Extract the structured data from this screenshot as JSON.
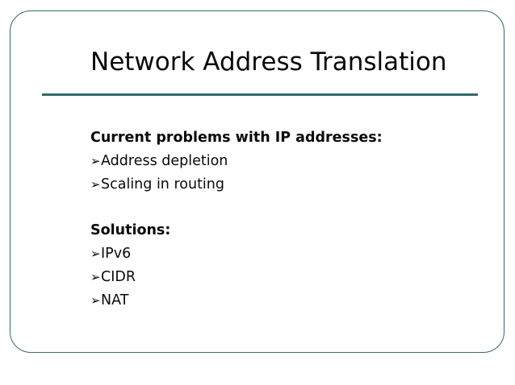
{
  "slide": {
    "title": "Network Address Translation",
    "bullet_glyph": "➢",
    "colors": {
      "frame_border": "#2f6b6b",
      "title_rule": "#2f6b6b",
      "text": "#0a0a0a",
      "background": "#ffffff"
    },
    "sections": [
      {
        "heading": "Current problems with IP addresses:",
        "bullets": [
          "Address depletion",
          "Scaling in routing"
        ]
      },
      {
        "heading": "Solutions:",
        "bullets": [
          "IPv6",
          "CIDR",
          "NAT"
        ]
      }
    ]
  }
}
